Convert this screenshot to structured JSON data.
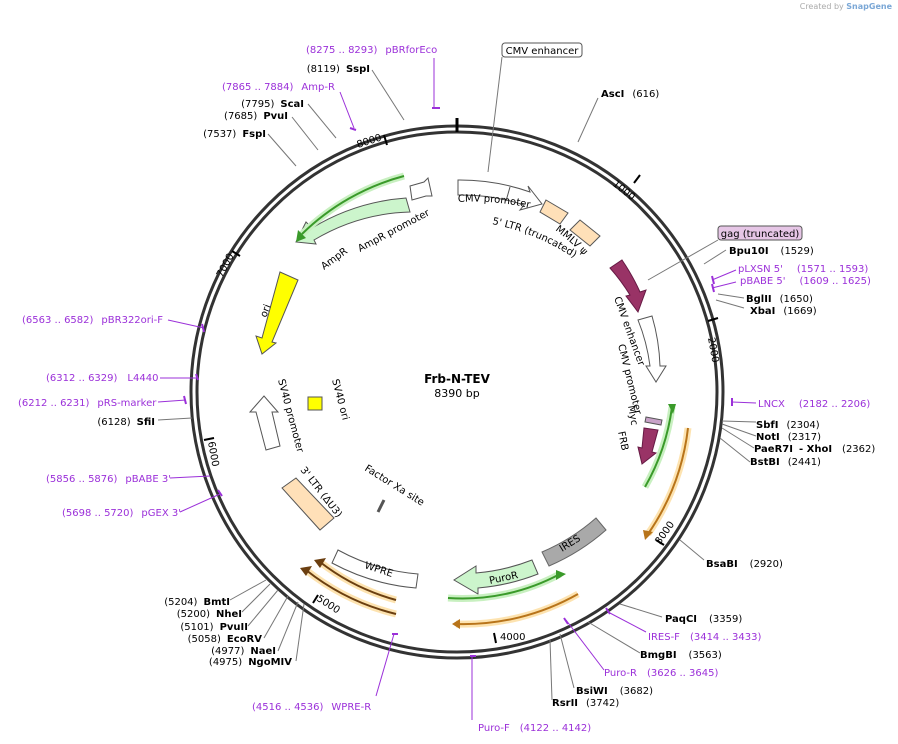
{
  "credit": {
    "prefix": "Created by",
    "brand": "SnapGene"
  },
  "plasmid": {
    "name": "Frb-N-TEV",
    "length_label": "8390 bp",
    "length": 8390
  },
  "ticks": [
    "1000",
    "2000",
    "3000",
    "4000",
    "5000",
    "6000",
    "7000",
    "8000"
  ],
  "enzymes": [
    {
      "name": "AscI",
      "pos": "(616)"
    },
    {
      "name": "Bpu10I",
      "pos": "(1529)"
    },
    {
      "name": "BglII",
      "pos": "(1650)"
    },
    {
      "name": "XbaI",
      "pos": "(1669)"
    },
    {
      "name": "SbfI",
      "pos": "(2304)"
    },
    {
      "name": "NotI",
      "pos": "(2317)"
    },
    {
      "name": "PaeR7I",
      "pos": ""
    },
    {
      "name": "- XhoI",
      "pos": "(2362)"
    },
    {
      "name": "BstBI",
      "pos": "(2441)"
    },
    {
      "name": "BsaBI",
      "pos": "(2920)"
    },
    {
      "name": "PaqCI",
      "pos": "(3359)"
    },
    {
      "name": "BmgBI",
      "pos": "(3563)"
    },
    {
      "name": "BsiWI",
      "pos": "(3682)"
    },
    {
      "name": "RsrII",
      "pos": "(3742)"
    },
    {
      "name": "BmtI",
      "pos": "(5204)"
    },
    {
      "name": "NheI",
      "pos": "(5200)"
    },
    {
      "name": "PvuII",
      "pos": "(5101)"
    },
    {
      "name": "EcoRV",
      "pos": "(5058)"
    },
    {
      "name": "NaeI",
      "pos": "(4977)"
    },
    {
      "name": "NgoMIV",
      "pos": "(4975)"
    },
    {
      "name": "SfiI",
      "pos": "(6128)"
    },
    {
      "name": "FspI",
      "pos": "(7537)"
    },
    {
      "name": "PvuI",
      "pos": "(7685)"
    },
    {
      "name": "ScaI",
      "pos": "(7795)"
    },
    {
      "name": "SspI",
      "pos": "(8119)"
    }
  ],
  "primers": [
    {
      "name": "pBRforEco",
      "range": "(8275 .. 8293)"
    },
    {
      "name": "Amp-R",
      "range": "(7865 .. 7884)"
    },
    {
      "name": "pLXSN 5'",
      "range": "(1571 .. 1593)"
    },
    {
      "name": "pBABE 5'",
      "range": "(1609 .. 1625)"
    },
    {
      "name": "LNCX",
      "range": "(2182 .. 2206)"
    },
    {
      "name": "IRES-F",
      "range": "(3414 .. 3433)"
    },
    {
      "name": "Puro-R",
      "range": "(3626 .. 3645)"
    },
    {
      "name": "Puro-F",
      "range": "(4122 .. 4142)"
    },
    {
      "name": "WPRE-R",
      "range": "(4516 .. 4536)"
    },
    {
      "name": "pGEX 3'",
      "range": "(5698 .. 5720)"
    },
    {
      "name": "pBABE 3'",
      "range": "(5856 .. 5876)"
    },
    {
      "name": "pRS-marker",
      "range": "(6212 .. 6231)"
    },
    {
      "name": "L4440",
      "range": "(6312 .. 6329)"
    },
    {
      "name": "pBR322ori-F",
      "range": "(6563 .. 6582)"
    }
  ],
  "features": {
    "cmv_enhancer_box": "CMV enhancer",
    "gag_box": "gag (truncated)",
    "cmv_promoter": "CMV promoter",
    "ltr5": "5' LTR (truncated)",
    "mmlv": "MMLV ψ",
    "cmv_enhancer2": "CMV enhancer",
    "cmv_promoter2": "CMV promoter",
    "myc": "Myc",
    "frb": "FRB",
    "ires": "IRES",
    "puror": "PuroR",
    "wpre": "WPRE",
    "ltr3": "3' LTR (ΔU3)",
    "factor_xa": "Factor Xa site",
    "sv40_promoter": "SV40 promoter",
    "sv40_ori": "SV40 ori",
    "ori": "ori",
    "ampr": "AmpR",
    "ampr_promoter": "AmpR promoter"
  },
  "colors": {
    "backbone": "#333333",
    "primer": "#9b30d9",
    "ampr": "#ccf5cc",
    "ori": "#ffff00",
    "ires": "#a9a9a9",
    "frb": "#993366",
    "ltr": "#ffe0b8",
    "orange_orf": "#e8a33a",
    "green_orf": "#3a9a2a",
    "gag_fill": "#e6c6e6"
  }
}
